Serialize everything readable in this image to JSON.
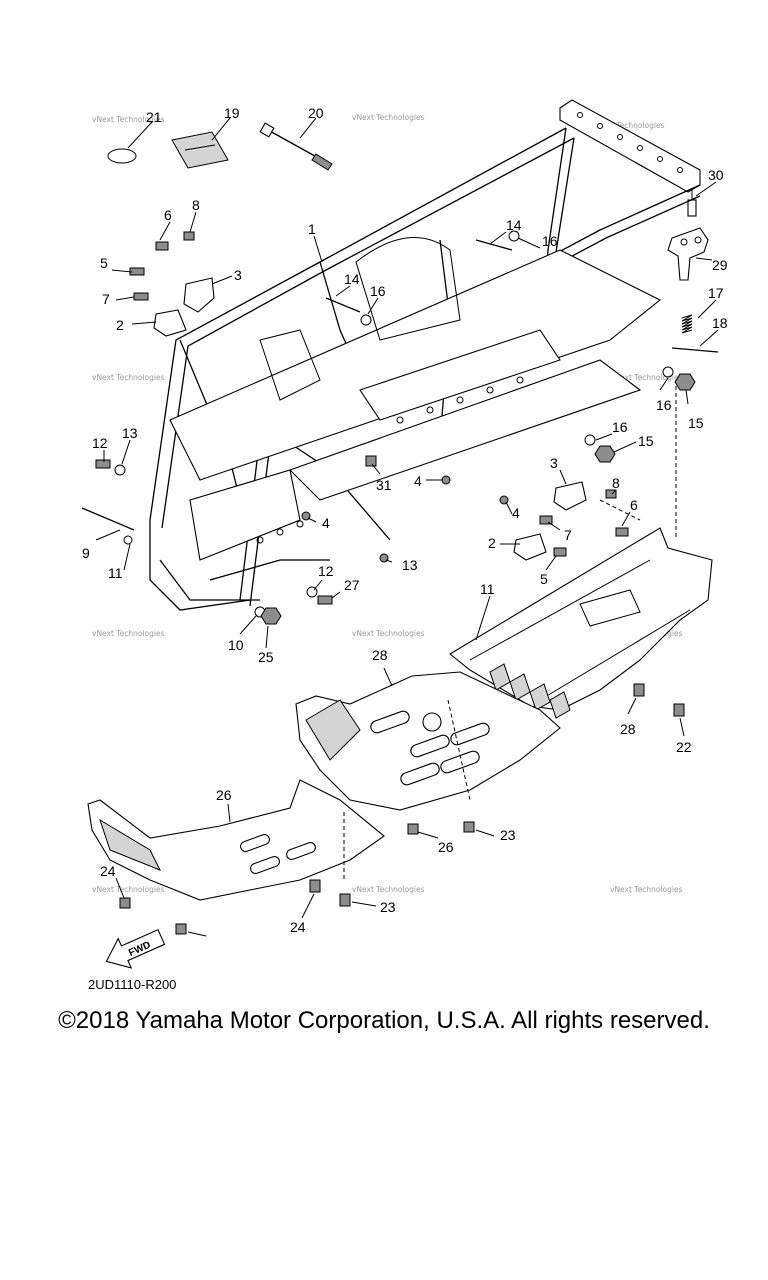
{
  "diagram": {
    "code": "2UD1110-R200",
    "watermark": "vNext Technologies",
    "fwd_label": "FWD",
    "callouts": [
      "21",
      "19",
      "20",
      "30",
      "6",
      "8",
      "1",
      "14",
      "16",
      "3",
      "5",
      "29",
      "7",
      "14",
      "16",
      "17",
      "18",
      "2",
      "12",
      "13",
      "16",
      "15",
      "16",
      "15",
      "31",
      "3",
      "8",
      "4",
      "6",
      "9",
      "4",
      "7",
      "11",
      "2",
      "4",
      "5",
      "13",
      "12",
      "27",
      "11",
      "10",
      "25",
      "28",
      "28",
      "22",
      "26",
      "26",
      "23",
      "24",
      "24",
      "23"
    ]
  },
  "footer": {
    "copyright": "©2018 Yamaha Motor Corporation, U.S.A. All rights reserved."
  }
}
